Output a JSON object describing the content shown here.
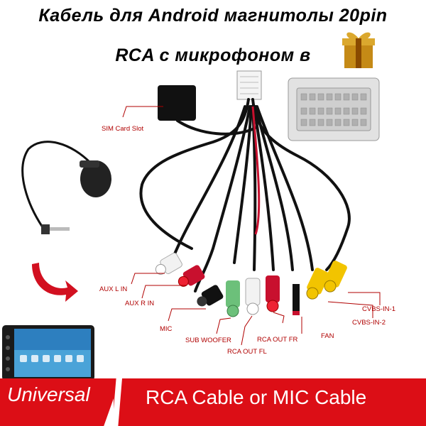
{
  "title": {
    "line1": "Кабель для Android магнитолы 20pin",
    "line2": "RCA с микрофоном в"
  },
  "labels": {
    "sim": "SIM Card Slot",
    "aux_l": "AUX L IN",
    "aux_r": "AUX R IN",
    "mic": "MIC",
    "sub": "SUB WOOFER",
    "rca_fl": "RCA OUT FL",
    "rca_fr": "RCA OUT FR",
    "fan": "FAN",
    "cvbs1": "CVBS-IN-1",
    "cvbs2": "CVBS-IN-2"
  },
  "banner": {
    "left": "Universal",
    "right": "RCA Cable or MIC Cable"
  },
  "colors": {
    "accent_red": "#dc0e16",
    "label_red": "#b00000",
    "plug_white": "#f2f2f2",
    "plug_red": "#c8102e",
    "plug_green": "#6cc07a",
    "plug_black": "#111111",
    "plug_yellow": "#f2c400"
  }
}
